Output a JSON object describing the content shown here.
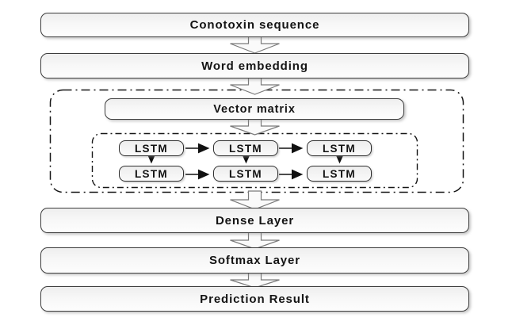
{
  "diagram": {
    "nodes": {
      "conotoxin_sequence": "Conotoxin sequence",
      "word_embedding": "Word embedding",
      "vector_matrix": "Vector matrix",
      "dense_layer": "Dense Layer",
      "softmax_layer": "Softmax Layer",
      "prediction_result": "Prediction Result"
    },
    "lstm_grid": {
      "rows": 2,
      "cols": 3,
      "cells": [
        "LSTM",
        "LSTM",
        "LSTM",
        "LSTM",
        "LSTM",
        "LSTM"
      ]
    },
    "flow": [
      "Conotoxin sequence -> Word embedding",
      "Word embedding -> Vector matrix",
      "Vector matrix -> LSTM grid",
      "LSTM grid -> Dense Layer",
      "Dense Layer -> Softmax Layer",
      "Softmax Layer -> Prediction Result"
    ],
    "colors": {
      "node_border": "#3d3d3d",
      "node_fill_top": "#eeeeee",
      "node_fill_bottom": "#fdfdfd",
      "dash_border": "#161616",
      "block_arrow_outline": "#7a7a7a",
      "block_arrow_fill": "#fafafa",
      "thin_arrow": "#111111",
      "background": "#ffffff"
    }
  }
}
